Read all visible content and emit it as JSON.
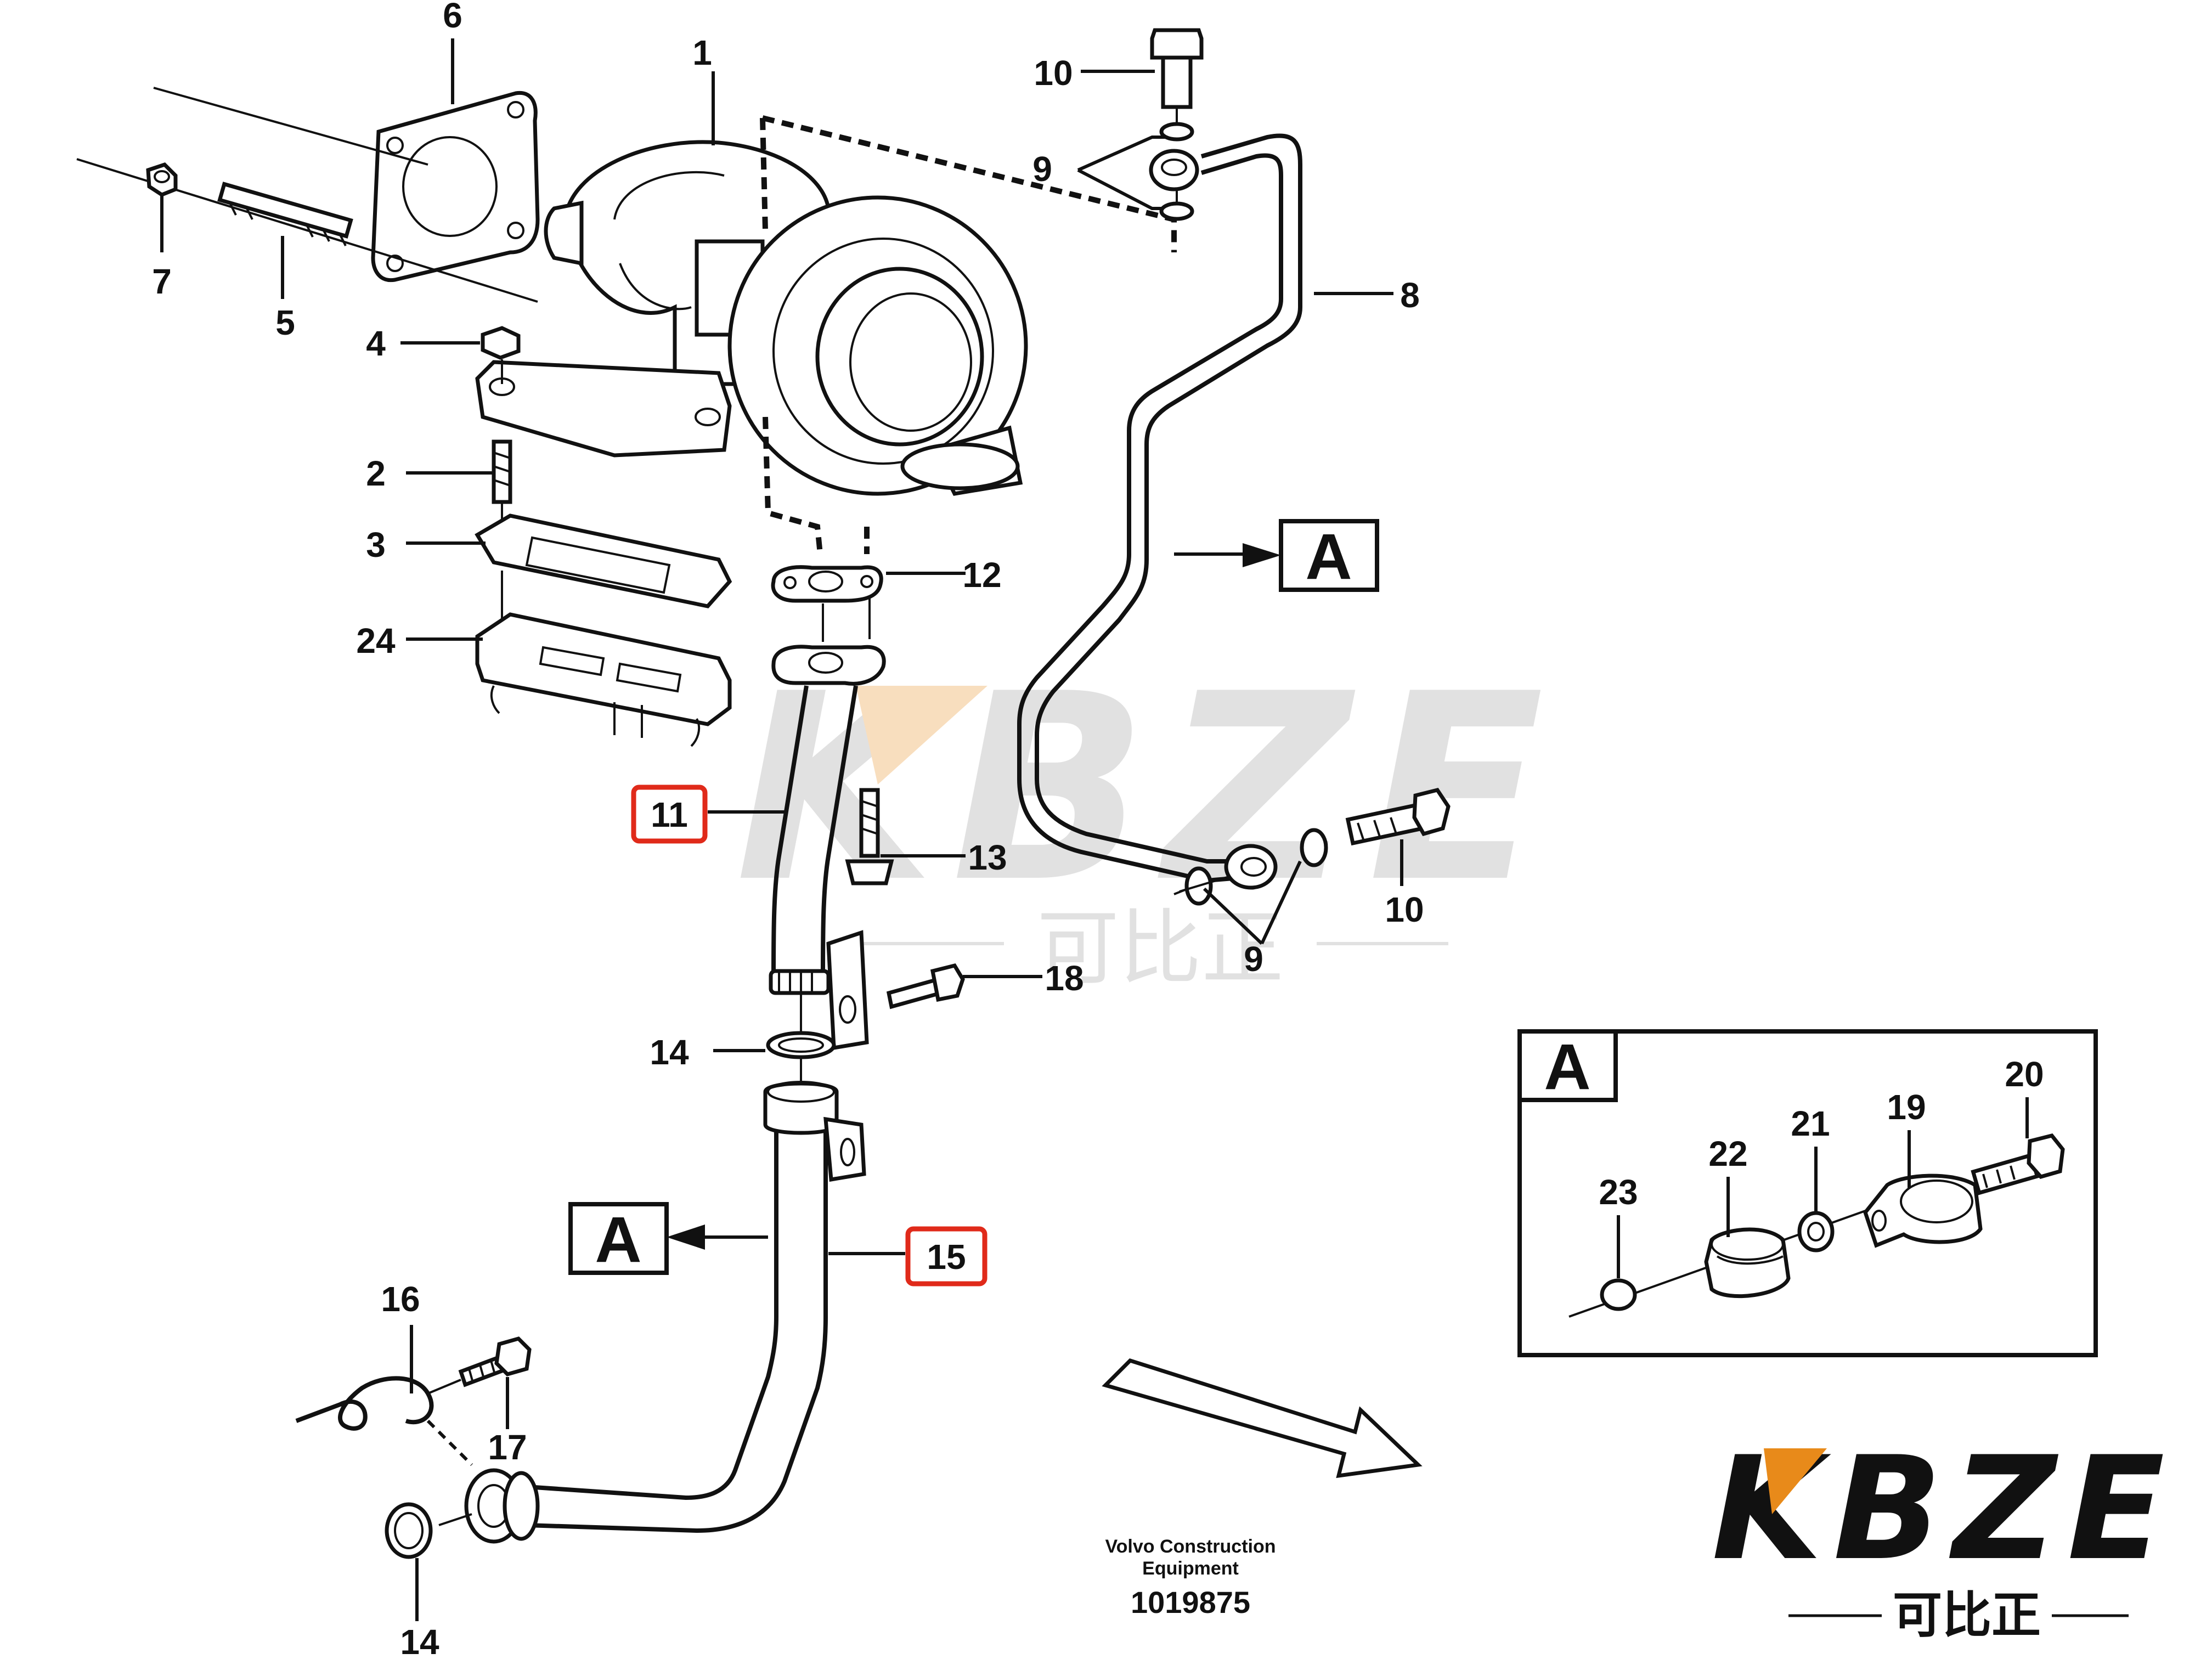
{
  "callouts": {
    "p1": "1",
    "p2": "2",
    "p3": "3",
    "p4": "4",
    "p5": "5",
    "p6": "6",
    "p7": "7",
    "p8": "8",
    "p9a": "9",
    "p9b": "9",
    "p10a": "10",
    "p10b": "10",
    "p11": "11",
    "p12": "12",
    "p13": "13",
    "p14a": "14",
    "p14b": "14",
    "p15": "15",
    "p16": "16",
    "p17": "17",
    "p18": "18",
    "p19": "19",
    "p20": "20",
    "p21": "21",
    "p22": "22",
    "p23": "23",
    "p24": "24"
  },
  "view_label": "A",
  "caption": {
    "line1": "Volvo Construction",
    "line2": "Equipment",
    "number": "1019875"
  },
  "watermark": {
    "latin": "KBZE",
    "chinese": "可比正"
  },
  "logo": {
    "latin": "KBZE",
    "chinese": "可比正"
  },
  "colors": {
    "highlight": "#e02a1a",
    "ink": "#111111",
    "watermark": "#c9c9c9",
    "watermark_accent": "#f4c48a"
  }
}
